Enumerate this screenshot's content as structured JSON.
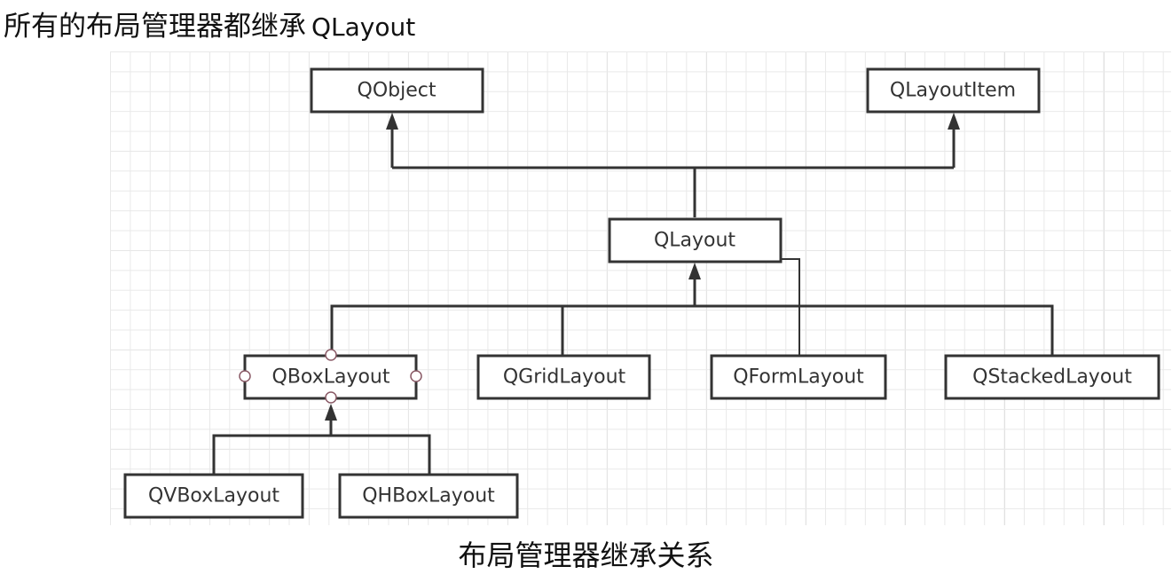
{
  "heading": {
    "text_cn": "所有的布局管理器都继承",
    "text_en": "QLayout"
  },
  "diagram": {
    "nodes": {
      "qobject": "QObject",
      "qlayoutitem": "QLayoutItem",
      "qlayout": "QLayout",
      "qboxlayout": "QBoxLayout",
      "qgridlayout": "QGridLayout",
      "qformlayout": "QFormLayout",
      "qstackedlayout": "QStackedLayout",
      "qvboxlayout": "QVBoxLayout",
      "qhboxlayout": "QHBoxLayout"
    },
    "inheritance": [
      {
        "child": "QLayout",
        "parent": "QObject"
      },
      {
        "child": "QLayout",
        "parent": "QLayoutItem"
      },
      {
        "child": "QBoxLayout",
        "parent": "QLayout"
      },
      {
        "child": "QGridLayout",
        "parent": "QLayout"
      },
      {
        "child": "QFormLayout",
        "parent": "QLayout"
      },
      {
        "child": "QStackedLayout",
        "parent": "QLayout"
      },
      {
        "child": "QVBoxLayout",
        "parent": "QBoxLayout"
      },
      {
        "child": "QHBoxLayout",
        "parent": "QBoxLayout"
      }
    ]
  },
  "caption": "布局管理器继承关系",
  "colors": {
    "line": "#333333",
    "grid": "#e9e9e9",
    "handle": "#8a5a66"
  }
}
